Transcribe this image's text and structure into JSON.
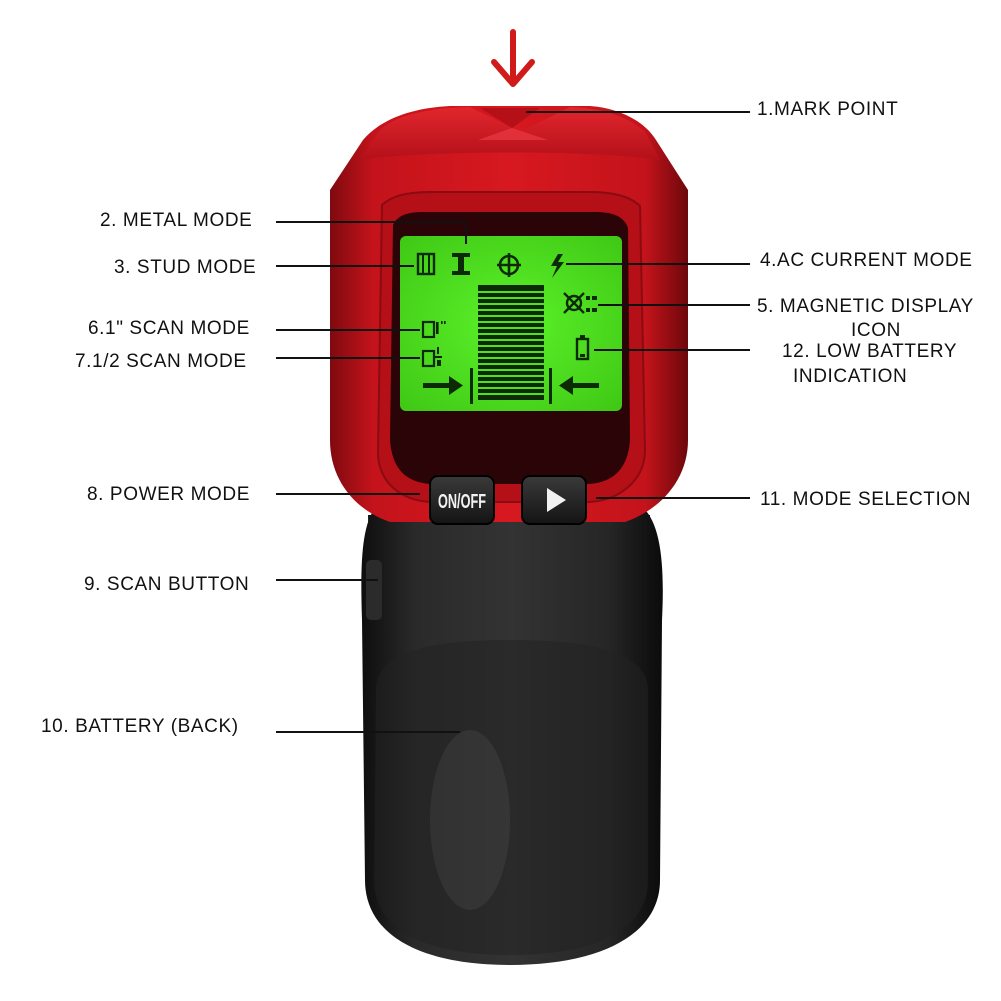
{
  "device": {
    "buttons": {
      "power_label": "ON/OFF",
      "mode_symbol": "▶"
    },
    "colors": {
      "body_red": "#c8141c",
      "dark_red": "#7a0a0e",
      "grip_black": "#1c1c1c",
      "lcd_green": "#4ee11c",
      "arrow_red": "#d11a1a"
    }
  },
  "callouts": {
    "c1": "1.MARK POINT",
    "c2": "2. METAL MODE",
    "c3": "3. STUD MODE",
    "c4": "4.AC CURRENT MODE",
    "c5_line1": "5. MAGNETIC DISPLAY",
    "c5_line2": "ICON",
    "c6": "6.1\" SCAN MODE",
    "c7": "7.1/2 SCAN MODE",
    "c8": "8. POWER MODE",
    "c9": "9. SCAN BUTTON",
    "c10": "10. BATTERY (BACK)",
    "c11": "11. MODE SELECTION",
    "c12_line1": "12. LOW BATTERY",
    "c12_line2": "INDICATION"
  },
  "lcd_icons": [
    "stud-icon",
    "metal-icon",
    "target-icon",
    "ac-lightning-icon",
    "magnet-icon",
    "battery-icon",
    "scan-1in-icon",
    "scan-half-icon",
    "arrow-right-icon",
    "arrow-left-icon",
    "signal-bar-graph"
  ]
}
